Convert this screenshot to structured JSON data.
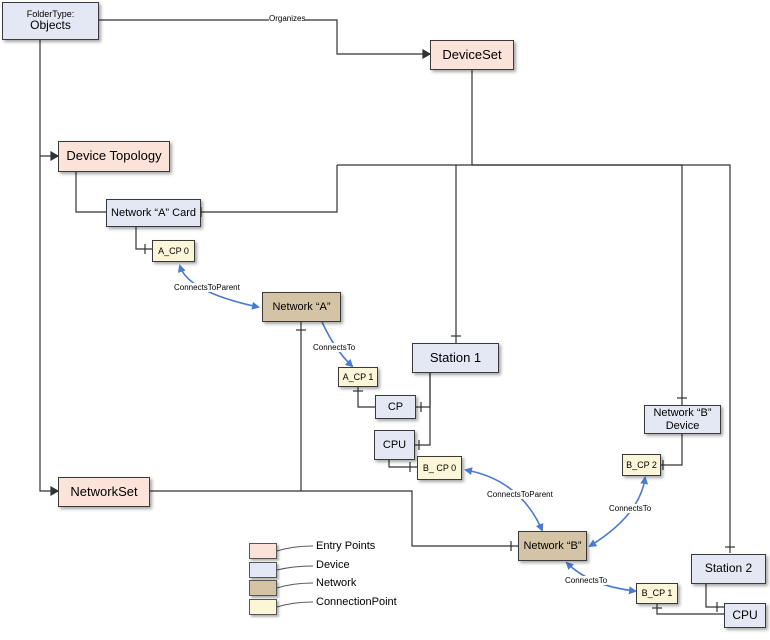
{
  "nodes": {
    "objects": {
      "type_label": "FolderType:",
      "label": "Objects"
    },
    "device_set": {
      "label": "DeviceSet"
    },
    "device_topology": {
      "label": "Device Topology"
    },
    "network_a_card": {
      "label": "Network “A” Card"
    },
    "a_cp0": {
      "label": "A_CP 0"
    },
    "network_a": {
      "label": "Network “A”"
    },
    "station1": {
      "label": "Station 1"
    },
    "a_cp1": {
      "label": "A_CP 1"
    },
    "cp": {
      "label": "CP"
    },
    "cpu1": {
      "label": "CPU"
    },
    "b_cp0": {
      "label": "B_ CP 0"
    },
    "network_b_device": {
      "label": "Network “B” Device"
    },
    "b_cp2": {
      "label": "B_CP 2"
    },
    "network_set": {
      "label": "NetworkSet"
    },
    "network_b": {
      "label": "Network “B”"
    },
    "station2": {
      "label": "Station 2"
    },
    "b_cp1": {
      "label": "B_CP 1"
    },
    "cpu2": {
      "label": "CPU"
    }
  },
  "edge_labels": {
    "organizes": "Organizes",
    "connects_to_parent_a": "ConnectsToParent",
    "connects_to_a": "ConnectsTo",
    "connects_to_parent_b": "ConnectsToParent",
    "connects_to_b_device": "ConnectsTo",
    "connects_to_b_cp1": "ConnectsTo"
  },
  "legend": [
    {
      "label": "Entry Points",
      "color": "#fbe3da"
    },
    {
      "label": "Device",
      "color": "#e3e8f4"
    },
    {
      "label": "Network",
      "color": "#d5c3a5"
    },
    {
      "label": "ConnectionPoint",
      "color": "#fcf6d8"
    }
  ],
  "colors": {
    "line": "#333333",
    "arrow": "#4a7bd0"
  }
}
